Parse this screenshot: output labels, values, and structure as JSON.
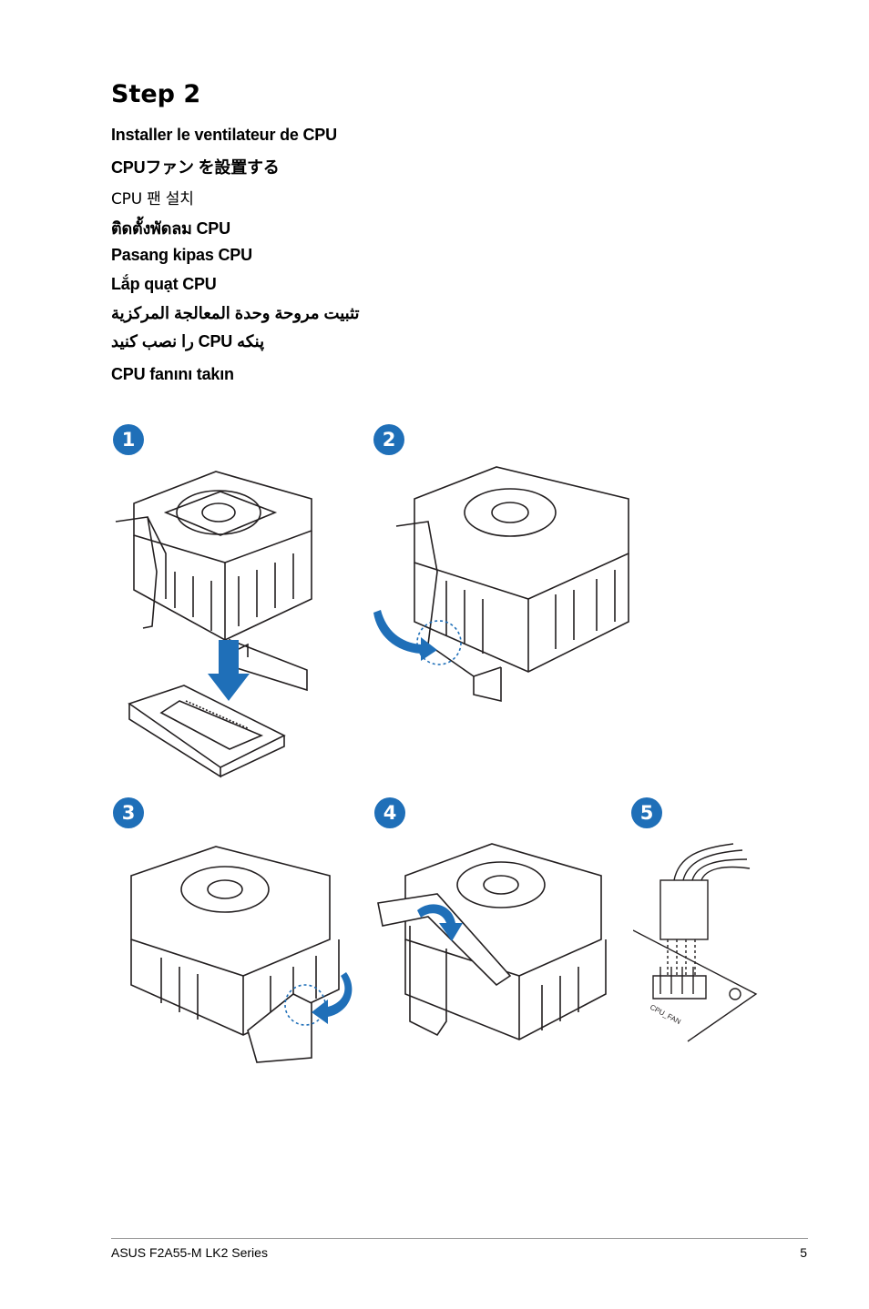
{
  "step": {
    "title": "Step 2"
  },
  "headings": [
    "Installer le ventilateur de CPU",
    "CPUファン を設置する",
    "CPU 팬 설치",
    "ติดตั้งพัดลม CPU",
    "Pasang kipas CPU",
    "Lắp quạt CPU",
    "تثبيت مروحة وحدة المعالجة المركزية",
    "پنکه CPU را نصب کنید",
    "CPU fanını takın"
  ],
  "markers": [
    "1",
    "2",
    "3",
    "4",
    "5"
  ],
  "connector": {
    "label": "CPU_FAN"
  },
  "footer": {
    "left": "ASUS F2A55-M LK2 Series",
    "page": "5"
  },
  "colors": {
    "accent": "#1f6fb8",
    "line": "#231f20"
  }
}
